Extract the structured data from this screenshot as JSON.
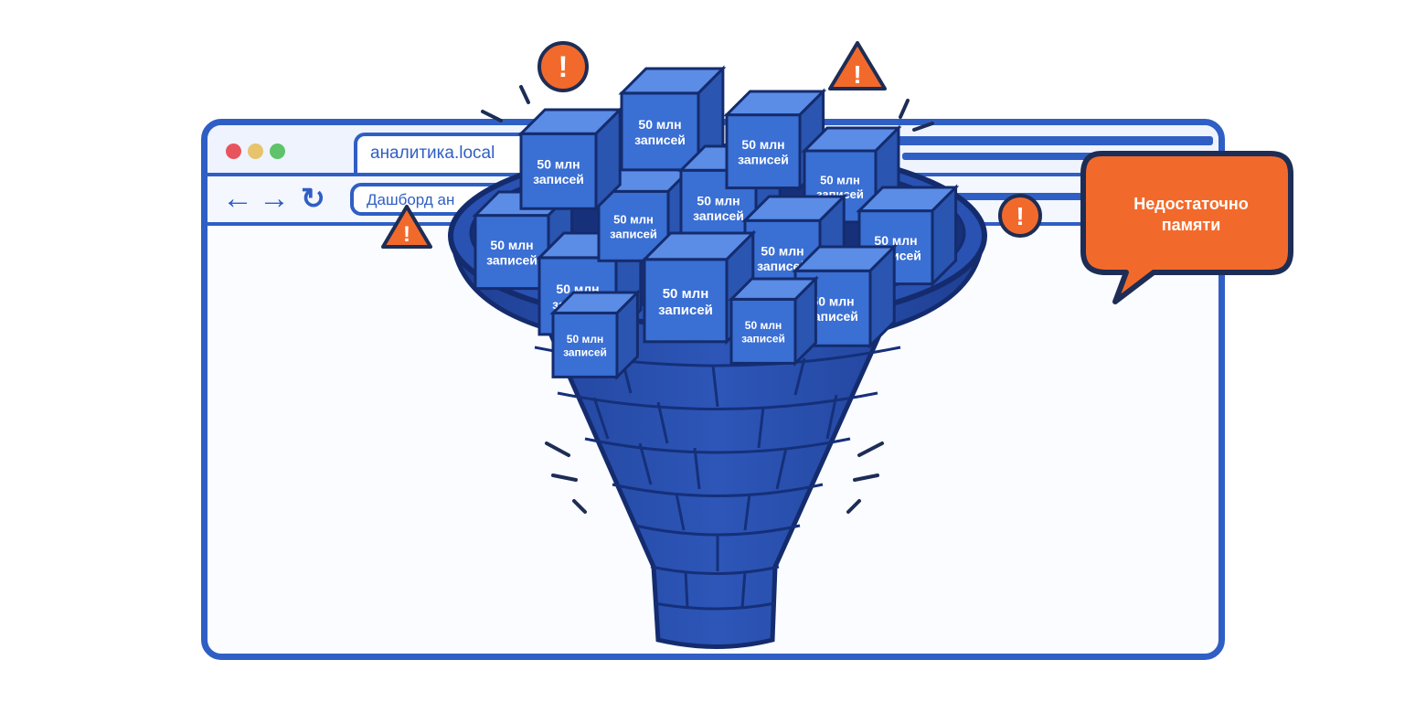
{
  "browser": {
    "tab_title": "аналитика.local",
    "address_text": "Дашборд ан",
    "back_icon": "arrow-left-icon",
    "forward_icon": "arrow-right-icon",
    "reload_icon": "reload-icon"
  },
  "cube_label": {
    "line1": "50 млн",
    "line2": "записей"
  },
  "error_bubble": {
    "text": "Недостаточно памяти",
    "line1": "Недостаточно",
    "line2": "памяти"
  },
  "colors": {
    "brand_blue": "#2f5fc4",
    "funnel_blue": "#264aa6",
    "cube_blue": "#3a6fd4",
    "warning_orange": "#f26a2b",
    "crack_orange": "#ef6a2a"
  }
}
